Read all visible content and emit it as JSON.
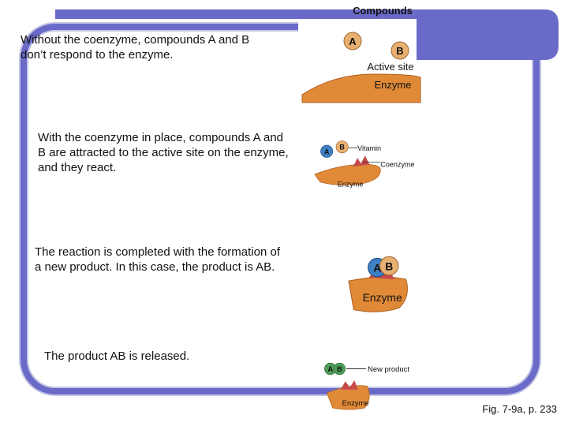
{
  "header": {
    "title": "Compounds"
  },
  "steps": [
    {
      "description": "Without the coenzyme, compounds A and B don’t respond to the enzyme.",
      "compound_a": "A",
      "compound_b": "B",
      "active_site_label": "Active site",
      "enzyme_label": "Enzyme"
    },
    {
      "description": "With the coenzyme in place, compounds A and B are attracted to the active site on the enzyme, and they react.",
      "compound_a": "A",
      "compound_b": "B",
      "vitamin_label": "Vitamin",
      "coenzyme_label": "Coenzyme",
      "enzyme_label": "Enzyme"
    },
    {
      "description": "The reaction is completed with the formation of a new product. In this case, the product is AB.",
      "compound_a": "A",
      "compound_b": "B",
      "enzyme_label": "Enzyme"
    },
    {
      "description": "The product AB is released.",
      "compound_a": "A",
      "compound_b": "B",
      "new_product_label": "New product",
      "enzyme_label": "Enzyme"
    }
  ],
  "caption": "Fig. 7-9a, p. 233",
  "colors": {
    "frame": "#6a6ac8",
    "enzyme": "#e08a38",
    "active_site": "#c74a4a",
    "compound_a": "#3f7fc4",
    "compound_b": "#e8b070",
    "released_product": "#4e9e5a"
  }
}
